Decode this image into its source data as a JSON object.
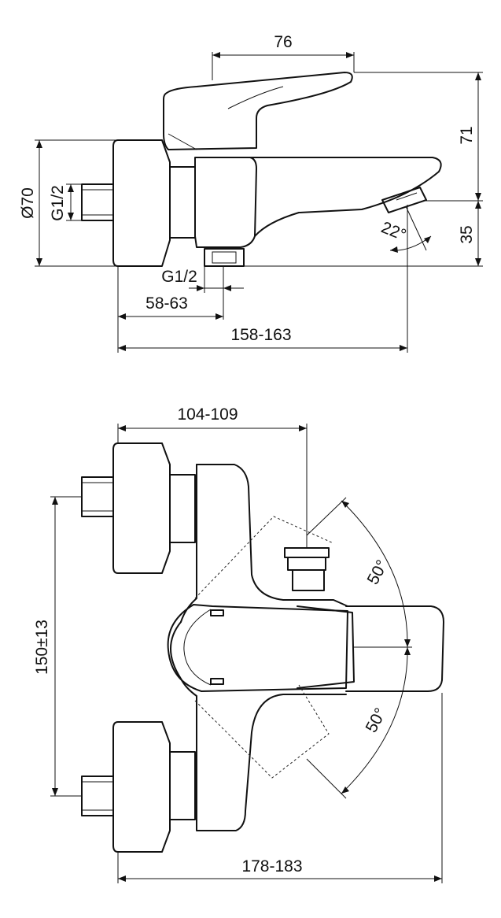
{
  "drawing": {
    "side_view": {
      "dim_handle_length": "76",
      "dim_height_top": "71",
      "dim_height_bottom": "35",
      "dim_diameter": "Ø70",
      "dim_thread_left": "G1/2",
      "dim_thread_bottom": "G1/2",
      "dim_angle": "22°",
      "dim_inner": "58-63",
      "dim_overall": "158-163"
    },
    "top_view": {
      "dim_spout_reach": "104-109",
      "dim_centres": "150±13",
      "dim_angle_upper": "50°",
      "dim_angle_lower": "50°",
      "dim_overall": "178-183"
    }
  }
}
